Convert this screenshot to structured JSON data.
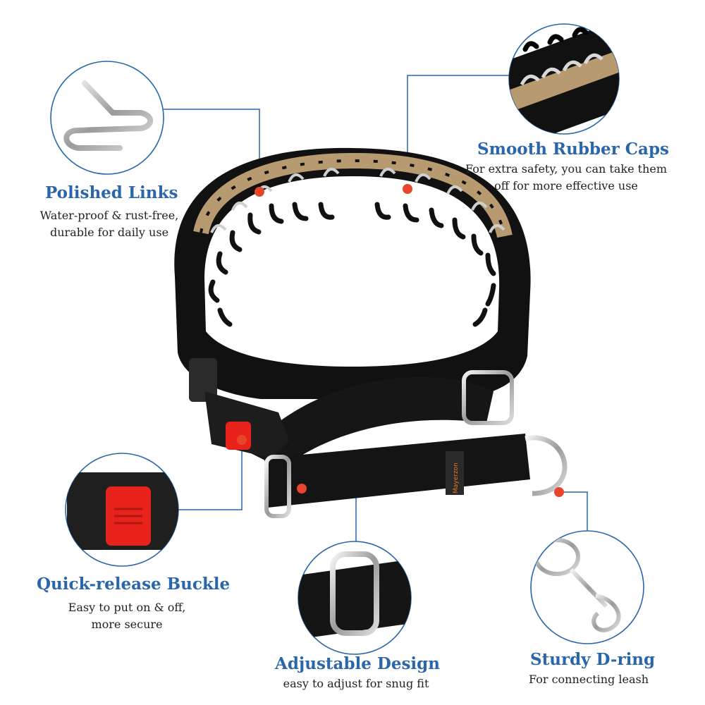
{
  "features": {
    "polished_links": {
      "title": "Polished Links",
      "desc_line1": "Water-proof & rust-free,",
      "desc_line2": "durable for daily use"
    },
    "rubber_caps": {
      "title": "Smooth Rubber Caps",
      "desc_line1": "For extra safety, you can take them",
      "desc_line2": "off for more effective use"
    },
    "buckle": {
      "title": "Quick-release Buckle",
      "desc_line1": "Easy to put on & off,",
      "desc_line2": "more secure"
    },
    "adjustable": {
      "title": "Adjustable Design",
      "desc_line1": "easy to adjust for snug fit"
    },
    "d_ring": {
      "title": "Sturdy D-ring",
      "desc_line1": "For connecting leash"
    }
  },
  "brand_tag": "Mayerzon",
  "colors": {
    "title": "#2a66a9",
    "callout_line": "#2a66a9",
    "callout_dot": "#e8452c",
    "webbing": "#111111",
    "tan_padding": "#b89a70",
    "buckle_red": "#e8231c"
  }
}
